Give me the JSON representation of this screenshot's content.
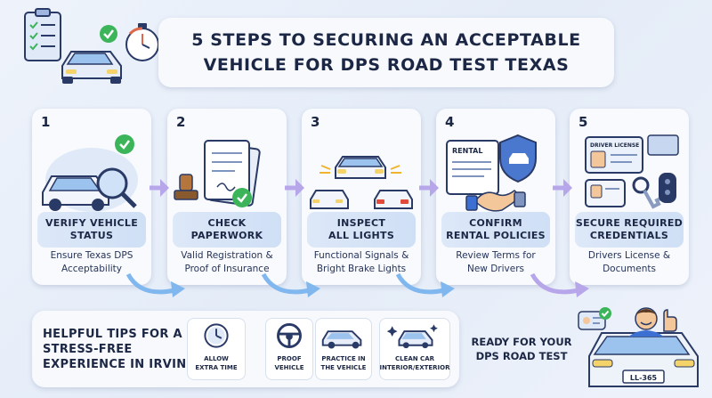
{
  "title": {
    "line1": "5 STEPS TO SECURING AN ACCEPTABLE",
    "line2": "VEHICLE FOR DPS ROAD TEST TEXAS"
  },
  "steps": [
    {
      "number": "1",
      "title_line1": "VERIFY VEHICLE",
      "title_line2": "STATUS",
      "desc_line1": "Ensure Texas DPS",
      "desc_line2": "Acceptability",
      "icon": "car-magnifier-icon"
    },
    {
      "number": "2",
      "title_line1": "CHECK",
      "title_line2": "PAPERWORK",
      "desc_line1": "Valid Registration &",
      "desc_line2": "Proof of Insurance",
      "icon": "documents-stamp-icon"
    },
    {
      "number": "3",
      "title_line1": "INSPECT",
      "title_line2": "ALL LIGHTS",
      "desc_line1": "Functional Signals &",
      "desc_line2": "Bright Brake Lights",
      "icon": "car-lights-icon"
    },
    {
      "number": "4",
      "title_line1": "CONFIRM",
      "title_line2": "RENTAL POLICIES",
      "desc_line1": "Review Terms for",
      "desc_line2": "New Drivers",
      "icon": "rental-handshake-icon",
      "illus_label": "RENTAL"
    },
    {
      "number": "5",
      "title_line1": "SECURE REQUIRED",
      "title_line2": "CREDENTIALS",
      "desc_line1": "Drivers License &",
      "desc_line2": "Documents",
      "icon": "license-keys-icon",
      "illus_label": "DRIVER LICENSE"
    }
  ],
  "tips": {
    "heading_line1": "HELPFUL TIPS FOR A",
    "heading_line2": "STRESS-FREE",
    "heading_line3": "EXPERIENCE IN IRVING",
    "items": [
      {
        "line1": "ALLOW",
        "line2": "EXTRA TIME",
        "icon": "clock-icon"
      },
      {
        "line1": "PROOF",
        "line2": "VEHICLE",
        "icon": "steering-wheel-icon"
      },
      {
        "line1": "PRACTICE IN",
        "line2": "THE VEHICLE",
        "icon": "car-icon"
      },
      {
        "line1": "CLEAN CAR",
        "line2": "INTERIOR/EXTERIOR",
        "icon": "sparkle-car-icon"
      }
    ]
  },
  "ready": {
    "line1": "READY FOR YOUR",
    "line2": "DPS ROAD TEST",
    "plate": "LL-365"
  },
  "colors": {
    "accent_blue": "#3b6fd1",
    "check_green": "#3cb55a",
    "arrow_purple": "#b7a6ea",
    "arrow_blue": "#7fb7ee"
  }
}
